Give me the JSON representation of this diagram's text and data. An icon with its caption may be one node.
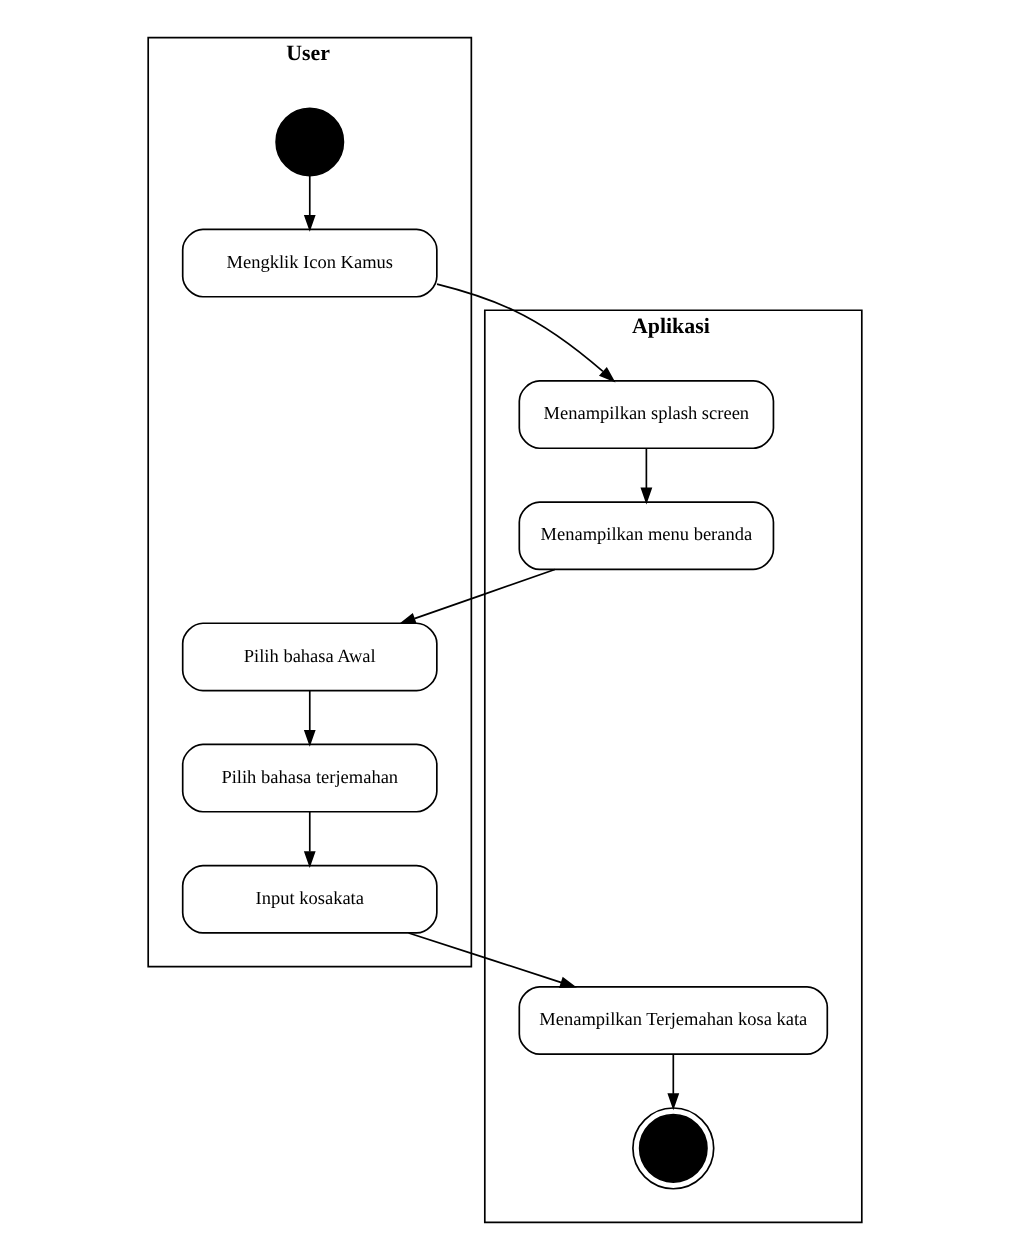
{
  "diagram": {
    "nodes": [
      {
        "text": [
          "User"
        ]
      },
      {
        "text": [
          "Aplikasi"
        ]
      },
      {
        "text": [],
        "shape": "circle",
        "in": 0
      },
      {
        "text": [
          "Mengklik Icon Kamus"
        ],
        "in": 0
      },
      {
        "text": [
          "Menampilkan splash screen"
        ],
        "in": 1
      },
      {
        "text": [
          "Menampilkan menu beranda"
        ],
        "in": 1
      },
      {
        "text": [
          "Pilih bahasa Awal"
        ],
        "in": 0
      },
      {
        "text": [
          "Pilih bahasa terjemahan"
        ],
        "in": 0
      },
      {
        "text": [
          "Input kosakata"
        ],
        "in": 0
      },
      {
        "text": [
          "Menampilkan Terjemahan kosa kata"
        ],
        "in": 1
      },
      {
        "text": [],
        "shape": "bullseye",
        "in": 1
      }
    ],
    "edges": [
      {
        "from": 2,
        "to": 3,
        "arrow": "to"
      },
      {
        "from": 3,
        "to": 4,
        "arrow": "to"
      },
      {
        "from": 4,
        "to": 5,
        "arrow": "to"
      },
      {
        "from": 5,
        "to": 6,
        "arrow": "to"
      },
      {
        "from": 6,
        "to": 7,
        "arrow": "to"
      },
      {
        "from": 7,
        "to": 8,
        "arrow": "to"
      },
      {
        "from": 8,
        "to": 9,
        "arrow": "to"
      },
      {
        "from": 9,
        "to": 10,
        "arrow": "to"
      }
    ]
  }
}
